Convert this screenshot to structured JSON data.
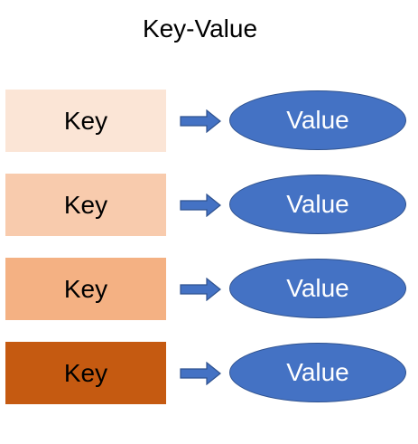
{
  "title": "Key-Value",
  "colors": {
    "value_fill": "#4472c4",
    "value_border": "#2f528f",
    "arrow_fill": "#4472c4"
  },
  "rows": [
    {
      "key": "Key",
      "value": "Value",
      "key_color": "#fbe5d6"
    },
    {
      "key": "Key",
      "value": "Value",
      "key_color": "#f8cbad"
    },
    {
      "key": "Key",
      "value": "Value",
      "key_color": "#f4b183"
    },
    {
      "key": "Key",
      "value": "Value",
      "key_color": "#c55a11"
    }
  ]
}
